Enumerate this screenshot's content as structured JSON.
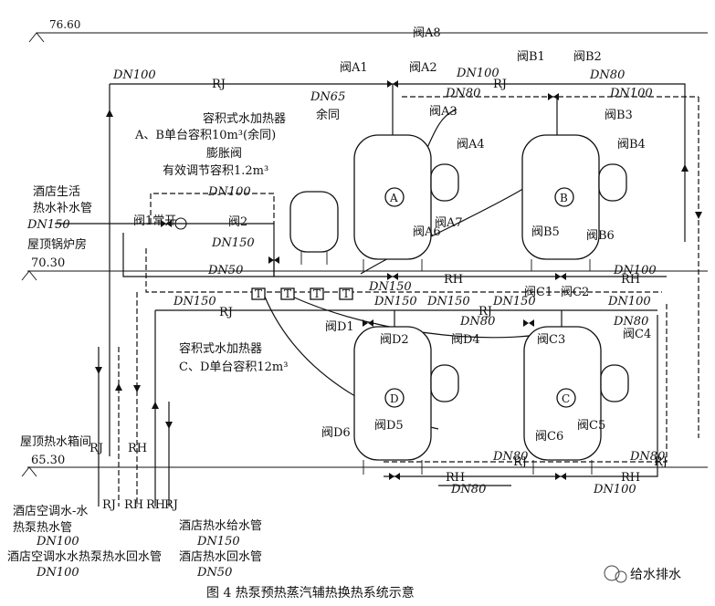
{
  "caption": "图 4   热泵预热蒸汽辅热换热系统示意",
  "watermark": "给水排水",
  "elevations": {
    "top": "76.60",
    "boiler_room": "70.30",
    "hot_tank_room": "65.30"
  },
  "pipe_codes": {
    "rj": "RJ",
    "rh": "RH"
  },
  "sizes": {
    "dn100": "DN100",
    "dn80": "DN80",
    "dn65": "DN65",
    "dn150": "DN150",
    "dn50": "DN50"
  },
  "valves": {
    "a1": "阀A1",
    "a2": "阀A2",
    "a3": "阀A3",
    "a4": "阀A4",
    "a6": "阀A6",
    "a7": "阀A7",
    "a8": "阀A8",
    "b1": "阀B1",
    "b2": "阀B2",
    "b3": "阀B3",
    "b4": "阀B4",
    "b5": "阀B5",
    "b6": "阀B6",
    "c1": "阀C1",
    "c2": "阀C2",
    "c3": "阀C3",
    "c4": "阀C4",
    "c5": "阀C5",
    "c6": "阀C6",
    "d1": "阀D1",
    "d2": "阀D2",
    "d4": "阀D4",
    "d5": "阀D5",
    "d6": "阀D6",
    "v1": "阀1常开",
    "v2": "阀2"
  },
  "labels": {
    "same": "余同",
    "heater_ab_title": "容积式水加热器",
    "heater_ab_spec": "A、B单台容积10m³(余同)",
    "expansion_title": "膨胀阀",
    "expansion_spec": "有效调节容积1.2m³",
    "makeup_1": "酒店生活",
    "makeup_2": "热水补水管",
    "boiler_room": "屋顶锅炉房",
    "heater_cd_title": "容积式水加热器",
    "heater_cd_spec": "C、D单台容积12m³",
    "hot_tank_room": "屋顶热水箱间",
    "hp_supply_1": "酒店空调水-水",
    "hp_supply_2": "热泵热水管",
    "hp_return": "酒店空调水水热泵热水回水管",
    "hw_supply": "酒店热水给水管",
    "hw_return": "酒店热水回水管"
  },
  "tanks": {
    "a": "A",
    "b": "B",
    "c": "C",
    "d": "D"
  },
  "sensor": "T"
}
